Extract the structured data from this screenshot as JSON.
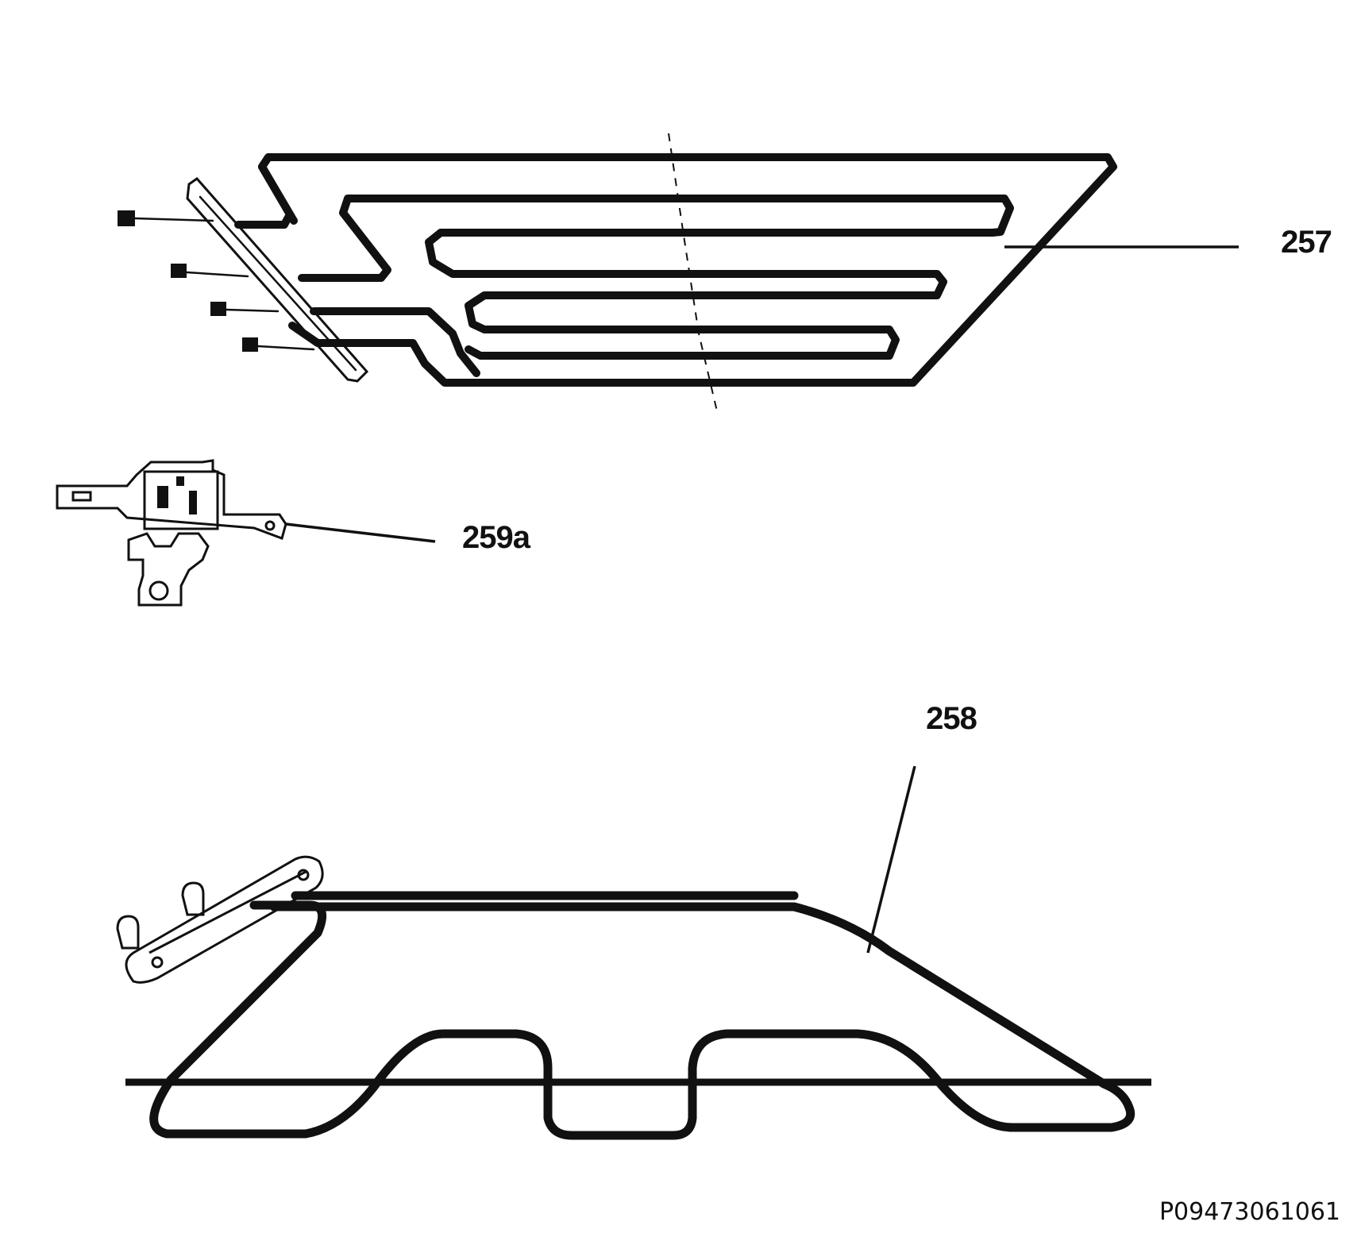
{
  "diagram": {
    "parts": [
      {
        "id": "upper-heating-element",
        "callout": "257"
      },
      {
        "id": "thermostat",
        "callout": "259a"
      },
      {
        "id": "lower-heating-element",
        "callout": "258"
      }
    ],
    "document_ref": "P09473061061",
    "line_color": "#111111",
    "background": "#ffffff"
  }
}
